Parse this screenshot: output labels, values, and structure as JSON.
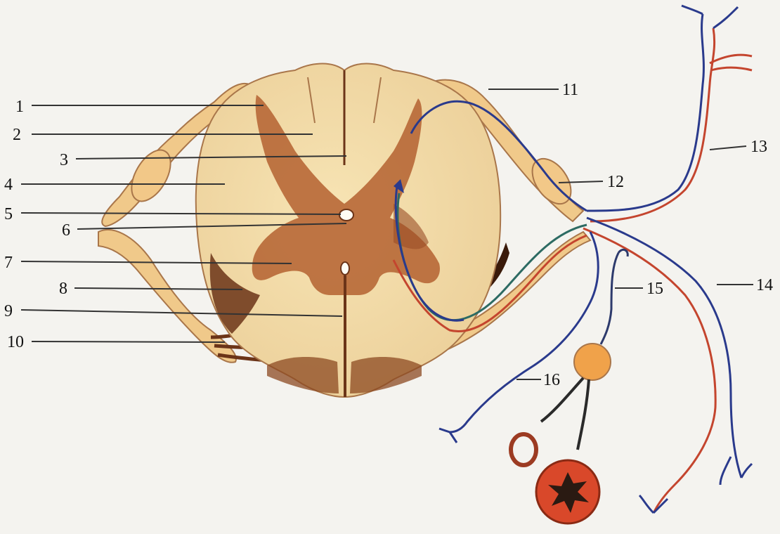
{
  "labels": [
    {
      "id": "1",
      "text": "1"
    },
    {
      "id": "2",
      "text": "2"
    },
    {
      "id": "3",
      "text": "3"
    },
    {
      "id": "4",
      "text": "4"
    },
    {
      "id": "5",
      "text": "5"
    },
    {
      "id": "6",
      "text": "6"
    },
    {
      "id": "7",
      "text": "7"
    },
    {
      "id": "8",
      "text": "8"
    },
    {
      "id": "9",
      "text": "9"
    },
    {
      "id": "10",
      "text": "10"
    },
    {
      "id": "11",
      "text": "11"
    },
    {
      "id": "12",
      "text": "12"
    },
    {
      "id": "13",
      "text": "13"
    },
    {
      "id": "14",
      "text": "14"
    },
    {
      "id": "15",
      "text": "15"
    },
    {
      "id": "16",
      "text": "16"
    }
  ],
  "colors": {
    "background": "#f4f3ef",
    "white_matter": "#f3dca4",
    "grey_matter": "#b86a3a",
    "root_tissue": "#f0c98a",
    "dark_shading": "#6b3418",
    "afferent_fiber": "#2a3a8c",
    "efferent_fiber": "#c4452e",
    "autonomic_fiber": "#2d6b63",
    "ganglion": "#f0a24a",
    "organ_wall": "#d9482a"
  }
}
